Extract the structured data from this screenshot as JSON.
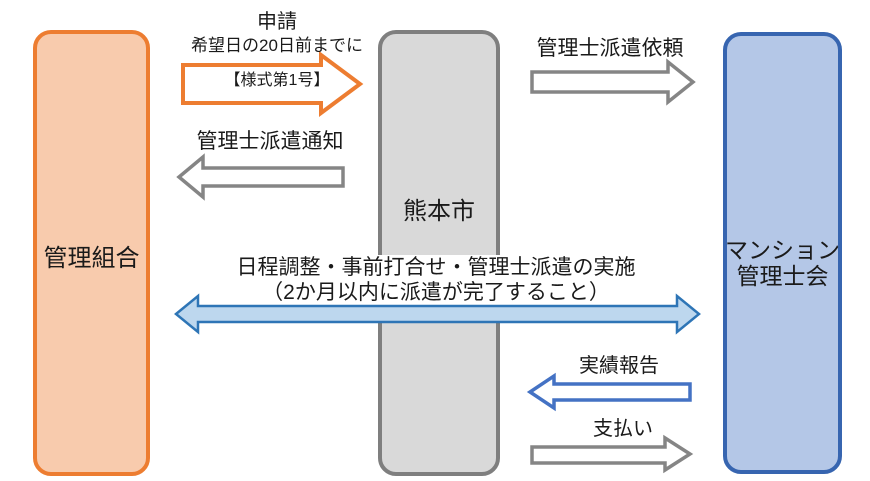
{
  "diagram": {
    "boxes": {
      "left": {
        "label": "管理組合"
      },
      "center": {
        "label": "熊本市"
      },
      "right": {
        "label": "マンション\n管理士会"
      }
    },
    "flows": {
      "application": {
        "title": "申請",
        "deadline": "希望日の20日前までに",
        "form": "【様式第1号】"
      },
      "dispatch_request": {
        "label": "管理士派遣依頼"
      },
      "dispatch_notice": {
        "label": "管理士派遣通知"
      },
      "coordination": {
        "label": "日程調整・事前打合せ・管理士派遣の実施\n（2か月以内に派遣が完了すること）"
      },
      "result_report": {
        "label": "実績報告"
      },
      "payment": {
        "label": "支払い"
      }
    },
    "colors": {
      "orange_fill": "#F8CBAD",
      "orange_border": "#ED7D31",
      "gray_fill": "#D9D9D9",
      "gray_border": "#7F7F7F",
      "blue_fill": "#B4C7E7",
      "blue_border": "#3765B0",
      "double_arrow_fill": "#BDD7EE",
      "double_arrow_border": "#2E75B6",
      "report_arrow_border": "#4472C4",
      "gray_arrow_border": "#858585",
      "outline_arrow_fill": "#FFFFFF"
    }
  }
}
